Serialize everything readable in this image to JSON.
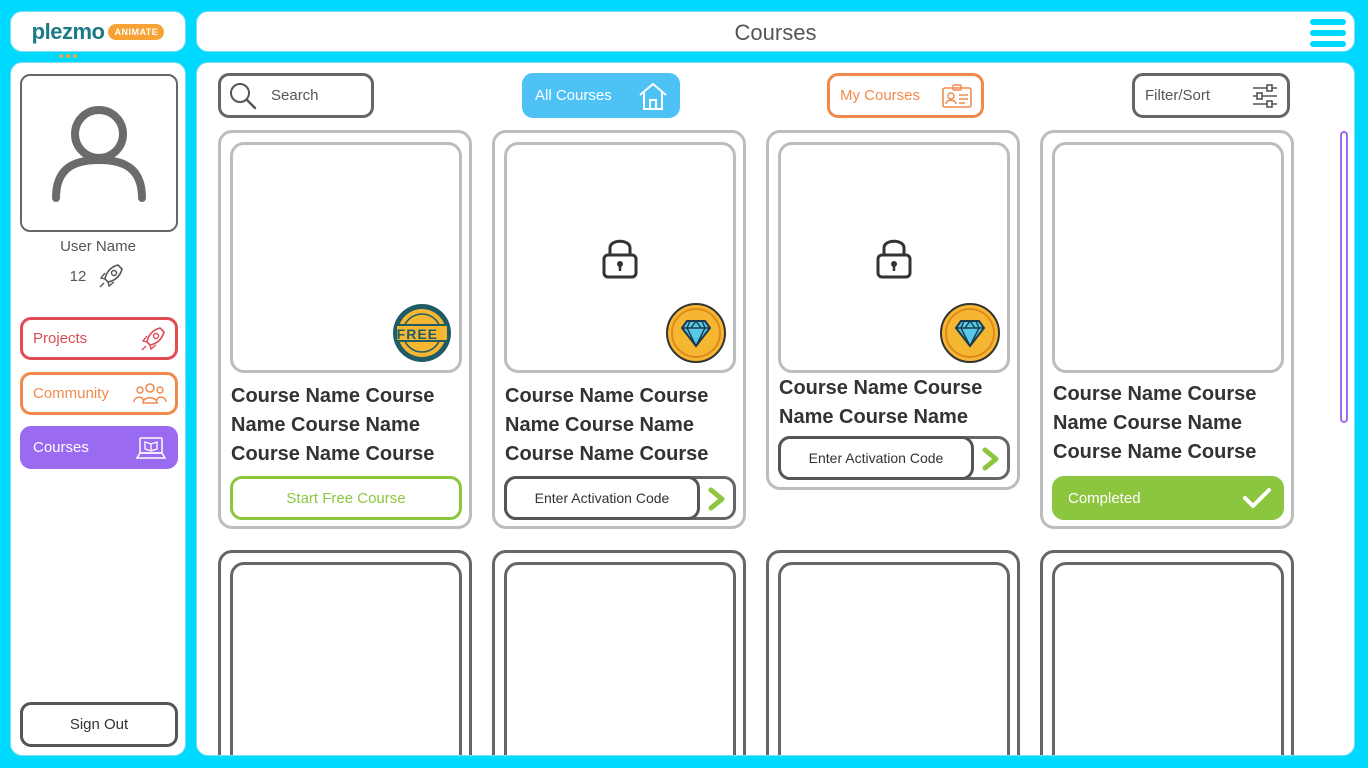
{
  "app": {
    "logo_text": "plezmo",
    "logo_badge": "ANIMATE",
    "page_title": "Courses"
  },
  "user": {
    "name": "User Name",
    "level": "12"
  },
  "sidebar": {
    "items": [
      {
        "label": "Projects",
        "icon": "rocket-icon",
        "color": "#e04b55"
      },
      {
        "label": "Community",
        "icon": "people-icon",
        "color": "#f08a4b"
      },
      {
        "label": "Courses",
        "icon": "laptop-book-icon",
        "color": "#9a6af0",
        "active": true
      }
    ],
    "sign_out": "Sign Out"
  },
  "toolbar": {
    "search_placeholder": "Search",
    "all_courses": "All Courses",
    "my_courses": "My Courses",
    "filter_sort": "Filter/Sort"
  },
  "courses": [
    {
      "name": "Course Name Course Name Course Name Course Name Course",
      "badge": "FREE",
      "locked": false,
      "action": "Start Free Course"
    },
    {
      "name": "Course Name Course Name Course Name Course Name Course",
      "badge": "diamond",
      "locked": true,
      "action": "Enter Activation Code"
    },
    {
      "name": "Course Name Course Name Course Name",
      "badge": "diamond",
      "locked": true,
      "action": "Enter Activation Code"
    },
    {
      "name": "Course Name Course Name Course Name Course Name Course",
      "badge": "",
      "locked": false,
      "action": "Completed"
    }
  ],
  "colors": {
    "background": "#00d9ff",
    "accent_purple": "#9a6af0",
    "accent_blue": "#4ec1f5",
    "accent_orange": "#f08a4b",
    "accent_red": "#e04b55",
    "accent_green": "#8cc63f",
    "badge_gold": "#f5b731"
  }
}
